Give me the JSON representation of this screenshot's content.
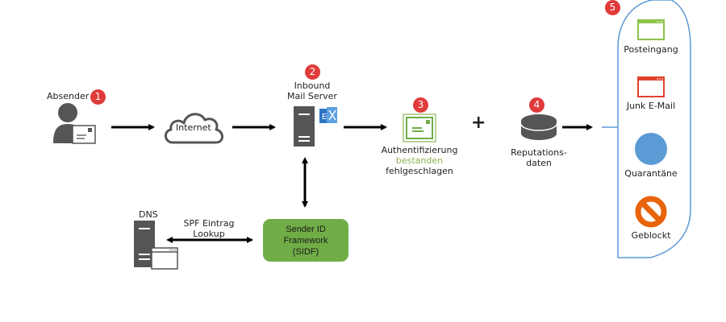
{
  "diagram": {
    "sender": {
      "label": "Absender",
      "step": "1"
    },
    "internet": {
      "label": "Internet"
    },
    "inbound": {
      "line1": "Inbound",
      "line2": "Mail Server",
      "step": "2"
    },
    "auth": {
      "line1": "Authentifizierung",
      "passed": "bestanden",
      "failed": "fehlgeschlagen",
      "step": "3"
    },
    "plus": "+",
    "reputation": {
      "line1": "Reputations-",
      "line2": "daten",
      "step": "4"
    },
    "dns": {
      "label": "DNS"
    },
    "spf": {
      "line1": "SPF Eintrag",
      "line2": "Lookup"
    },
    "sidf": {
      "line1": "Sender ID",
      "line2": "Framework",
      "line3": "(SIDF)"
    },
    "outcomes": {
      "step": "5",
      "items": [
        {
          "label": "Posteingang"
        },
        {
          "label": "Junk E-Mail"
        },
        {
          "label": "Quarantäne"
        },
        {
          "label": "Geblockt"
        }
      ]
    },
    "colors": {
      "badge": "#e03b3b",
      "green": "#70ad47",
      "passed_text": "#8db255",
      "junk_red": "#e0412d",
      "quarantine_blue": "#5b9bd5",
      "blocked_orange": "#e8630a",
      "icon_gray": "#555555",
      "container_border": "#5b9bd5"
    }
  }
}
